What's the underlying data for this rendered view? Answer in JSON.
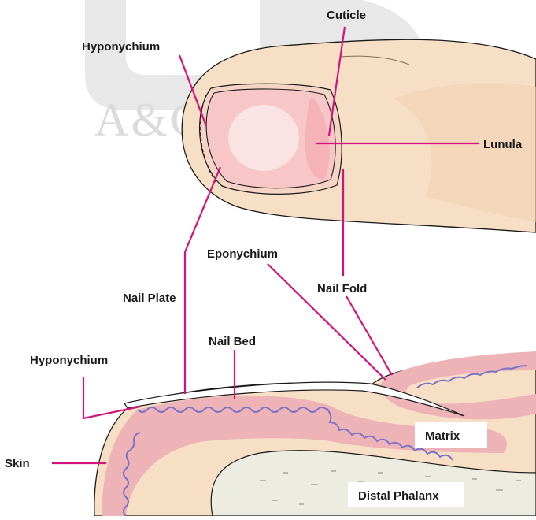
{
  "watermark": "A&C BLACK",
  "colors": {
    "skin": "#f7dfc6",
    "skin_shadow": "#f2d0b4",
    "nail_pink": "#f7c6c6",
    "lunula": "#fbe9ea",
    "dermis": "#eeb3b6",
    "membrane": "#7a73c8",
    "bone": "#ecece1",
    "leader": "#d2127e",
    "outline": "#1a1a1a"
  },
  "labels": {
    "cuticle": "Cuticle",
    "hyponychium_top": "Hyponychium",
    "lunula": "Lunula",
    "eponychium": "Eponychium",
    "nail_fold": "Nail Fold",
    "nail_plate": "Nail Plate",
    "nail_bed": "Nail Bed",
    "hyponychium_bottom": "Hyponychium",
    "skin": "Skin",
    "matrix": "Matrix",
    "distal_phalanx": "Distal Phalanx"
  }
}
